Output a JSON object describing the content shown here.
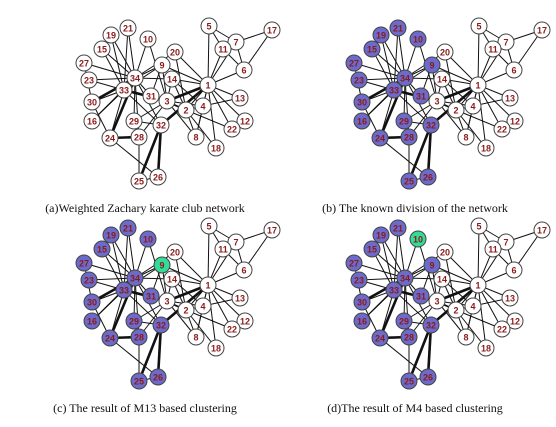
{
  "panels": [
    {
      "id": "a",
      "caption": "(a)Weighted Zachary karate club network",
      "colors": {}
    },
    {
      "id": "b",
      "caption": "(b) The known division of the network",
      "colors": {
        "9": "blue",
        "10": "blue",
        "15": "blue",
        "16": "blue",
        "19": "blue",
        "21": "blue",
        "23": "blue",
        "24": "blue",
        "25": "blue",
        "26": "blue",
        "27": "blue",
        "28": "blue",
        "29": "blue",
        "30": "blue",
        "31": "blue",
        "32": "blue",
        "33": "blue",
        "34": "blue"
      }
    },
    {
      "id": "c",
      "caption": "(c) The result of M13 based clustering",
      "colors": {
        "9": "green",
        "10": "blue",
        "15": "blue",
        "16": "blue",
        "19": "blue",
        "21": "blue",
        "23": "blue",
        "24": "blue",
        "25": "blue",
        "26": "blue",
        "27": "blue",
        "28": "blue",
        "29": "blue",
        "30": "blue",
        "31": "blue",
        "32": "blue",
        "33": "blue",
        "34": "blue"
      }
    },
    {
      "id": "d",
      "caption": "(d)The result of M4 based clustering",
      "colors": {
        "9": "blue",
        "10": "green",
        "15": "blue",
        "16": "blue",
        "19": "blue",
        "21": "blue",
        "23": "blue",
        "24": "blue",
        "25": "blue",
        "26": "blue",
        "27": "blue",
        "28": "blue",
        "29": "blue",
        "30": "blue",
        "31": "blue",
        "32": "blue",
        "33": "blue",
        "34": "blue"
      }
    }
  ],
  "node_colors": {
    "white": "#ffffff",
    "blue": "#6b6bcc",
    "green": "#33dd99"
  },
  "label_color": "#8b1a1a",
  "edge_color": "#111111",
  "nodes": [
    "1",
    "2",
    "3",
    "4",
    "5",
    "6",
    "7",
    "8",
    "9",
    "10",
    "11",
    "12",
    "13",
    "14",
    "15",
    "16",
    "17",
    "18",
    "19",
    "20",
    "21",
    "22",
    "23",
    "24",
    "25",
    "26",
    "27",
    "28",
    "29",
    "30",
    "31",
    "32",
    "33",
    "34"
  ],
  "edges": [
    [
      "1",
      "2"
    ],
    [
      "1",
      "3"
    ],
    [
      "1",
      "4"
    ],
    [
      "1",
      "5"
    ],
    [
      "1",
      "6"
    ],
    [
      "1",
      "7"
    ],
    [
      "1",
      "8"
    ],
    [
      "1",
      "9"
    ],
    [
      "1",
      "11"
    ],
    [
      "1",
      "12"
    ],
    [
      "1",
      "13"
    ],
    [
      "1",
      "14"
    ],
    [
      "1",
      "18"
    ],
    [
      "1",
      "20"
    ],
    [
      "1",
      "22"
    ],
    [
      "1",
      "32"
    ],
    [
      "2",
      "3"
    ],
    [
      "2",
      "4"
    ],
    [
      "2",
      "8"
    ],
    [
      "2",
      "14"
    ],
    [
      "2",
      "18"
    ],
    [
      "2",
      "20"
    ],
    [
      "2",
      "22"
    ],
    [
      "2",
      "31"
    ],
    [
      "3",
      "4"
    ],
    [
      "3",
      "8"
    ],
    [
      "3",
      "9"
    ],
    [
      "3",
      "10"
    ],
    [
      "3",
      "14"
    ],
    [
      "3",
      "28"
    ],
    [
      "3",
      "29"
    ],
    [
      "3",
      "33"
    ],
    [
      "4",
      "8"
    ],
    [
      "4",
      "13"
    ],
    [
      "4",
      "14"
    ],
    [
      "5",
      "7"
    ],
    [
      "5",
      "11"
    ],
    [
      "6",
      "7"
    ],
    [
      "6",
      "11"
    ],
    [
      "6",
      "17"
    ],
    [
      "7",
      "17"
    ],
    [
      "9",
      "31"
    ],
    [
      "9",
      "33"
    ],
    [
      "9",
      "34"
    ],
    [
      "10",
      "34"
    ],
    [
      "14",
      "34"
    ],
    [
      "15",
      "33"
    ],
    [
      "15",
      "34"
    ],
    [
      "16",
      "33"
    ],
    [
      "16",
      "34"
    ],
    [
      "19",
      "33"
    ],
    [
      "19",
      "34"
    ],
    [
      "20",
      "34"
    ],
    [
      "21",
      "33"
    ],
    [
      "21",
      "34"
    ],
    [
      "23",
      "33"
    ],
    [
      "23",
      "34"
    ],
    [
      "24",
      "26"
    ],
    [
      "24",
      "28"
    ],
    [
      "24",
      "30"
    ],
    [
      "24",
      "33"
    ],
    [
      "24",
      "34"
    ],
    [
      "25",
      "26"
    ],
    [
      "25",
      "28"
    ],
    [
      "25",
      "32"
    ],
    [
      "26",
      "32"
    ],
    [
      "27",
      "30"
    ],
    [
      "27",
      "34"
    ],
    [
      "28",
      "34"
    ],
    [
      "29",
      "32"
    ],
    [
      "29",
      "34"
    ],
    [
      "30",
      "33"
    ],
    [
      "30",
      "34"
    ],
    [
      "31",
      "33"
    ],
    [
      "31",
      "34"
    ],
    [
      "32",
      "33"
    ],
    [
      "32",
      "34"
    ],
    [
      "33",
      "34"
    ]
  ]
}
